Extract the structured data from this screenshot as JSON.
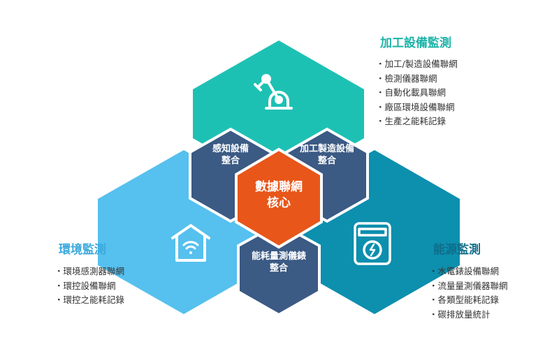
{
  "colors": {
    "teal": "#1dc1b4",
    "sky": "#56c0ee",
    "ocean": "#0d8fae",
    "navy": "#3b5a84",
    "core": "#e8561a",
    "title_teal": "#1bb3a8",
    "title_blue": "#3aa9de",
    "title_dark": "#0f6e8a"
  },
  "core": {
    "line1": "數據聯網",
    "line2": "核心"
  },
  "inner": {
    "sensing": {
      "line1": "感知設備",
      "line2": "整合"
    },
    "processing": {
      "line1": "加工製造設備",
      "line2": "整合"
    },
    "metering": {
      "line1": "能耗量測儀錶",
      "line2": "整合"
    }
  },
  "sections": {
    "processing_monitor": {
      "title": "加工設備監測",
      "icon": "robot-arm-icon",
      "items": [
        "加工/製造設備聯網",
        "檢測儀器聯網",
        "自動化載具聯網",
        "廠區環境設備聯網",
        "生產之能耗記錄"
      ]
    },
    "environment_monitor": {
      "title": "環境監測",
      "icon": "smart-home-wifi-icon",
      "items": [
        "環境感測器聯網",
        "環控設備聯網",
        "環控之能耗記錄"
      ]
    },
    "energy_monitor": {
      "title": "能源監測",
      "icon": "electric-meter-icon",
      "items": [
        "水電錶設備聯網",
        "流量量測儀器聯網",
        "各類型能耗記錄",
        "碳排放量統計"
      ]
    }
  }
}
